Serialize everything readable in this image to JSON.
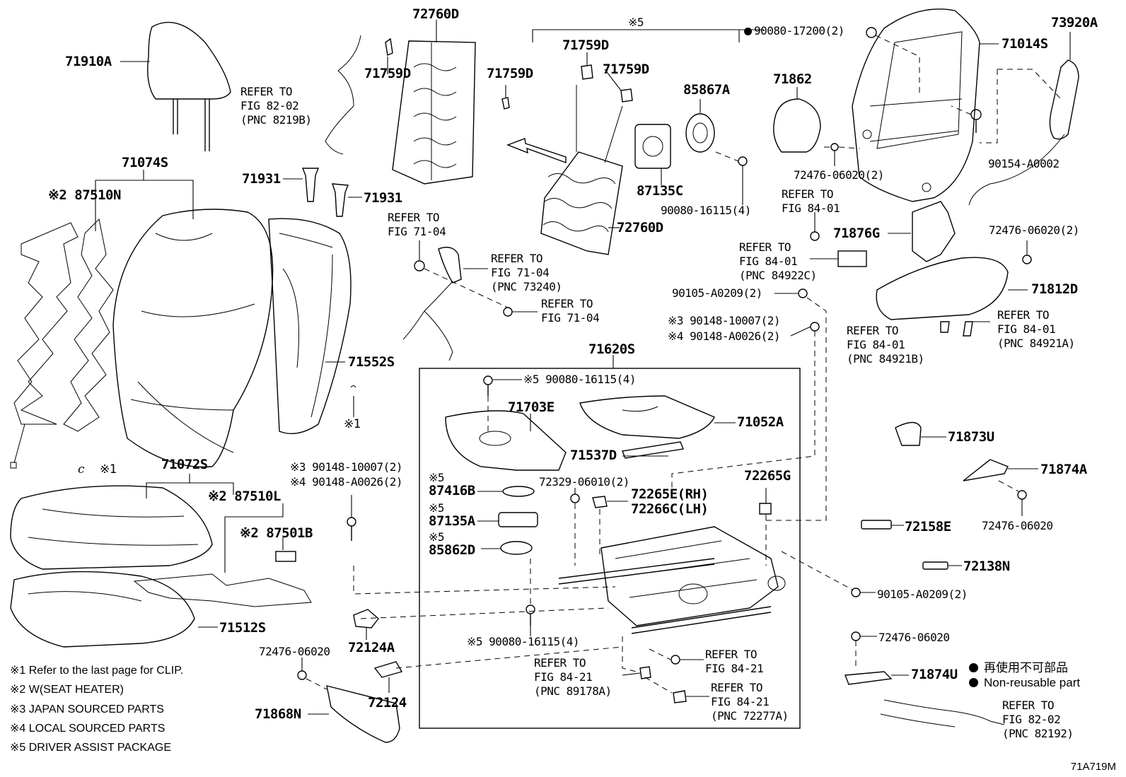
{
  "diagram": {
    "sheet_code": "71A719M",
    "top_bracket_mark": "※5",
    "clip_mark_1": "※1",
    "clip_mark_2": "※1",
    "group_box_label": "71620S",
    "labels": {
      "p71910A": "71910A",
      "p72760D_top": "72760D",
      "p71759D_a": "71759D",
      "p71759D_b": "71759D",
      "p71759D_c": "71759D",
      "p71759D_d": "71759D",
      "p90080_17200": "90080-17200(2)",
      "p73920A": "73920A",
      "p71014S": "71014S",
      "p71862": "71862",
      "p85867A": "85867A",
      "p87135C": "87135C",
      "p90080_16115_a": "90080-16115(4)",
      "p72476_06020_a": "72476-06020(2)",
      "p90154_A0002": "90154-A0002",
      "p71074S": "71074S",
      "p87510N": "※2 87510N",
      "p71931_a": "71931",
      "p71931_b": "71931",
      "p72760D_bot": "72760D",
      "p71876G": "71876G",
      "p72476_06020_b": "72476-06020(2)",
      "p71812D": "71812D",
      "p90105_A0209_a": "90105-A0209(2)",
      "p90148_10007_a": "※3 90148-10007(2)",
      "p90148_A0026_a": "※4 90148-A0026(2)",
      "p71552S": "71552S",
      "p90080_16115_b": "※5 90080-16115(4)",
      "p71703E": "71703E",
      "p71052A": "71052A",
      "p71537D": "71537D",
      "p71072S": "71072S",
      "p87510L": "※2 87510L",
      "p87501B": "※2 87501B",
      "p90148_10007_b": "※3 90148-10007(2)",
      "p90148_A0026_b": "※4 90148-A0026(2)",
      "p87416B_mark": "※5",
      "p87416B": "87416B",
      "p72329": "72329-06010(2)",
      "p72265E": "72265E(RH)",
      "p72266C": "72266C(LH)",
      "p72265G": "72265G",
      "p87135A_mark": "※5",
      "p87135A": "87135A",
      "p85862D_mark": "※5",
      "p85862D": "85862D",
      "p71873U": "71873U",
      "p71874A": "71874A",
      "p72476_06020_c": "72476-06020",
      "p72158E": "72158E",
      "p72138N": "72138N",
      "p90105_A0209_b": "90105-A0209(2)",
      "p71512S": "71512S",
      "p72124A": "72124A",
      "p90080_16115_c": "※5 90080-16115(4)",
      "p72476_06020_d": "72476-06020",
      "p72476_06020_e": "72476-06020",
      "p71874U": "71874U",
      "p72124": "72124",
      "p71868N": "71868N"
    },
    "refers": {
      "r_82_02_a": "REFER TO\nFIG 82-02\n(PNC 8219B)",
      "r_71_04_a": "REFER TO\nFIG 71-04",
      "r_71_04_b": "REFER TO\nFIG 71-04\n(PNC 73240)",
      "r_71_04_c": "REFER TO\nFIG 71-04",
      "r_84_01_a": "REFER TO\nFIG 84-01",
      "r_84_01_b": "REFER TO\nFIG 84-01\n(PNC 84922C)",
      "r_84_01_c": "REFER TO\nFIG 84-01\n(PNC 84921A)",
      "r_84_01_d": "REFER TO\nFIG 84-01\n(PNC 84921B)",
      "r_84_21_a": "REFER TO\nFIG 84-21",
      "r_84_21_b": "REFER TO\nFIG 84-21\n(PNC 89178A)",
      "r_84_21_c": "REFER TO\nFIG 84-21\n(PNC 72277A)",
      "r_82_02_b": "REFER TO\nFIG 82-02\n(PNC 82192)"
    },
    "notes": [
      "※1  Refer to the last page for CLIP.",
      "※2  W(SEAT HEATER)",
      "※3  JAPAN SOURCED PARTS",
      "※4  LOCAL SOURCED PARTS",
      "※5 DRIVER ASSIST PACKAGE"
    ],
    "legend": {
      "japanese": "再使用不可部品",
      "english": "Non-reusable part"
    }
  }
}
